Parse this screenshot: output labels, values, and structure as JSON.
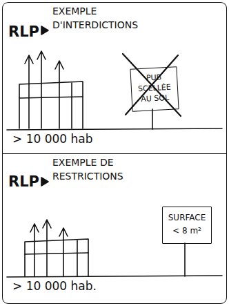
{
  "diagram": {
    "nodes": [
      {
        "text": [
          "RLP",
          "EXEMPLE D'INTERDICTIONS",
          "> 10 000 hab"
        ]
      },
      {
        "text": [
          "PUB SCELLÉE AU SOL"
        ],
        "in": 0
      },
      {
        "text": [
          "RLP",
          "EXEMPLE DE RESTRICTIONS",
          "> 10 000 hab."
        ]
      },
      {
        "text": [
          "SURFACE < 8 m²"
        ],
        "in": 2
      }
    ]
  }
}
